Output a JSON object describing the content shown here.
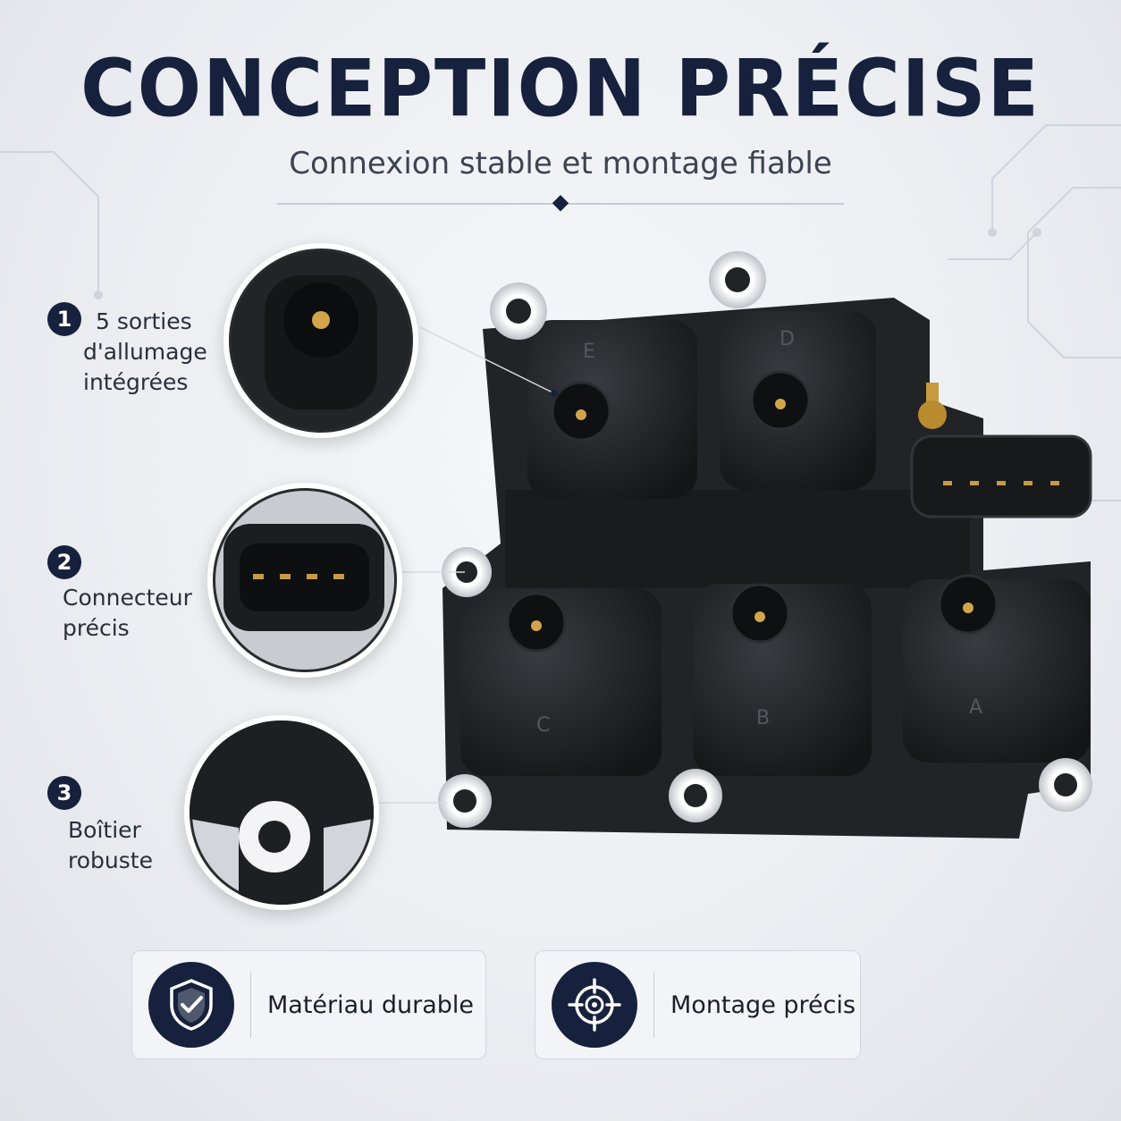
{
  "header": {
    "title": "CONCEPTION PRÉCISE",
    "subtitle": "Connexion stable et montage fiable"
  },
  "features": [
    {
      "number": "1",
      "lines": [
        "5 sorties",
        "d'allumage",
        "intégrées"
      ]
    },
    {
      "number": "2",
      "lines": [
        "Connecteur",
        "précis"
      ]
    },
    {
      "number": "3",
      "lines": [
        "Boîtier",
        "robuste"
      ]
    }
  ],
  "coil_labels": [
    "E",
    "D",
    "C",
    "B",
    "A"
  ],
  "badges": [
    {
      "label": "Matériau durable",
      "icon": "shield-check-icon"
    },
    {
      "label": "Montage précis",
      "icon": "crosshair-icon"
    }
  ],
  "colors": {
    "navy": "#16213d",
    "coil": "#1e1f22"
  }
}
